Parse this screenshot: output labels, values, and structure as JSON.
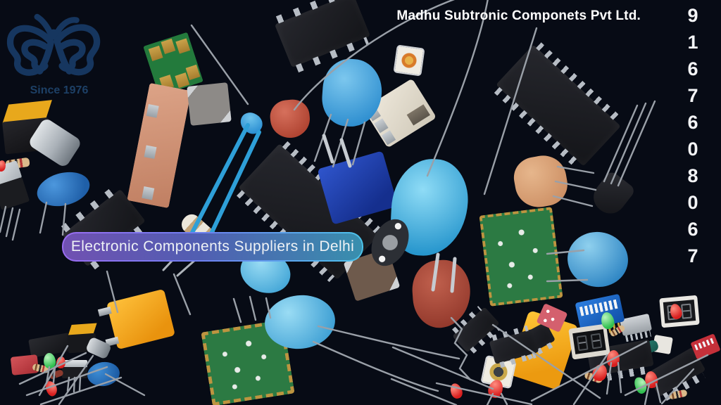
{
  "header": {
    "company_name": "Madhu Subtronic Componets Pvt Ltd.",
    "phone_number": "9167608067",
    "phone_digits": [
      "9",
      "1",
      "6",
      "7",
      "6",
      "0",
      "8",
      "0",
      "6",
      "7"
    ]
  },
  "logo": {
    "since_label": "Since 1976"
  },
  "banner": {
    "tagline": "Electronic Components Suppliers in Delhi"
  },
  "theme": {
    "background": "#070b15",
    "logo_blue": "#16365f",
    "text_white": "#ffffff",
    "pill_gradient_start": "#9a6cf0",
    "pill_gradient_end": "#4cc3ea",
    "disc_capacitor_blue": "#2f86c4",
    "varistor_light_blue": "#45b3e3",
    "varistor_red": "#a8473a",
    "pcb_green": "#2c7a43",
    "film_capacitor_orange": "#f5a516",
    "ic_black": "#1b1c21"
  },
  "components_catalog": [
    "butterfly-logo",
    "dip-ic-8pin",
    "dip-ic-28pin",
    "dip-ic-24pin",
    "ceramic-disc-capacitor-blue",
    "varistor-blue-large",
    "varistor-red-disc",
    "drop-capacitor-red",
    "electrolytic-capacitor",
    "transformer-yellow-top",
    "to220-transistor",
    "to92-transistor",
    "axial-resistor",
    "wirewound-striped-resistor",
    "green-pcb-module",
    "smd-chip-capacitor",
    "ceramic-resonator",
    "trimmer-capacitor-blue",
    "film-capacitor-orange",
    "dip-switch-blue",
    "dip-switch-red",
    "seven-segment-display",
    "led-red",
    "led-green",
    "smd-led",
    "piezo-buzzer-smd",
    "resistor-network-sip",
    "copper-ceramic-substrate",
    "relay-box",
    "metal-flange-crystal",
    "ntc-thermistor-blue-leads",
    "wire-leads"
  ]
}
